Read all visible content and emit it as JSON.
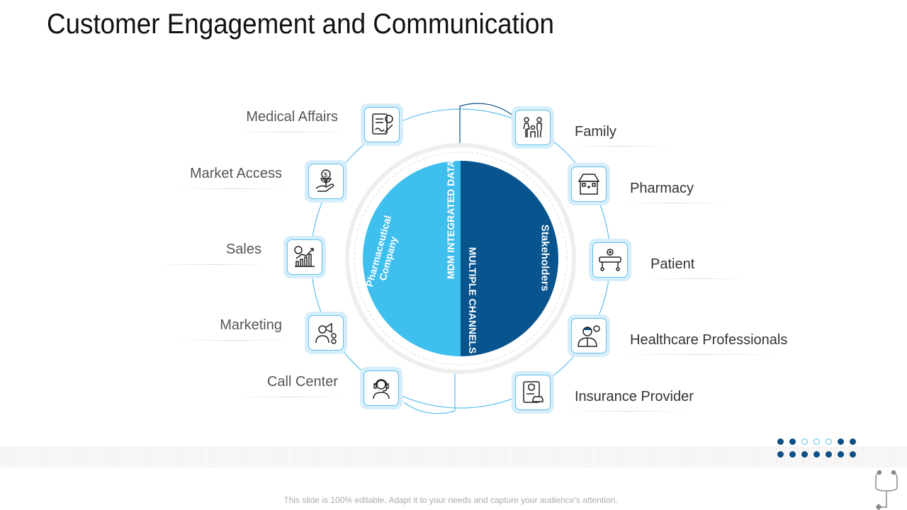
{
  "title": "Customer Engagement and Communication",
  "center": {
    "left": "Pharmaceutical Company",
    "mid_left": "MDM INTEGRATED DATA",
    "mid_right": "MULTIPLE CHANNELS",
    "right": "Stakeholders"
  },
  "left_items": [
    {
      "label": "Medical Affairs",
      "icon": "document-sign-icon"
    },
    {
      "label": "Market Access",
      "icon": "money-plant-hand-icon"
    },
    {
      "label": "Sales",
      "icon": "growth-chart-icon"
    },
    {
      "label": "Marketing",
      "icon": "megaphone-person-icon"
    },
    {
      "label": "Call Center",
      "icon": "headset-agent-icon"
    }
  ],
  "right_items": [
    {
      "label": "Family",
      "icon": "family-icon"
    },
    {
      "label": "Pharmacy",
      "icon": "pharmacy-building-icon"
    },
    {
      "label": "Patient",
      "icon": "hospital-bed-icon"
    },
    {
      "label": "Healthcare Professionals",
      "icon": "doctor-icon"
    },
    {
      "label": "Insurance Provider",
      "icon": "insurance-document-icon"
    }
  ],
  "footer": "This slide is 100% editable. Adapt it to your needs and capture your audience's attention.",
  "colors": {
    "light": "#3fbfee",
    "dark": "#07548f"
  }
}
